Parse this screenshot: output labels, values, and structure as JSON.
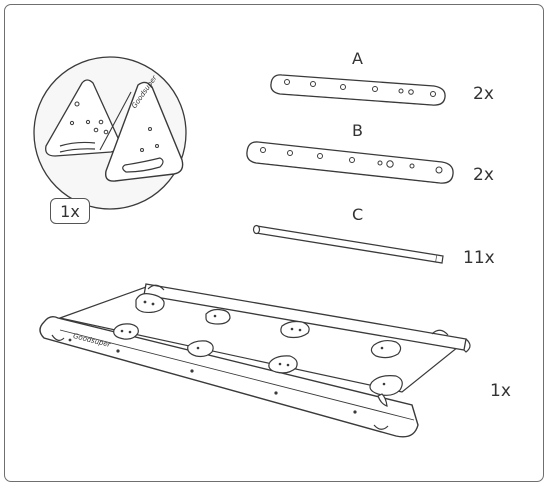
{
  "colors": {
    "line": "#3a3a3a",
    "fill": "#ffffff",
    "pale": "#f7f7f7",
    "frame": "#6f6f6f"
  },
  "detail": {
    "quantity": "1x",
    "brand_mark": "Goodsuper",
    "icon": "triangle-bracket-icon"
  },
  "parts": [
    {
      "letter": "A",
      "quantity": "2x",
      "icon": "short-rail-icon"
    },
    {
      "letter": "B",
      "quantity": "2x",
      "icon": "long-rail-icon"
    },
    {
      "letter": "C",
      "quantity": "11x",
      "icon": "rung-dowel-icon"
    }
  ],
  "base": {
    "quantity": "1x",
    "brand_mark": "Goodsuper",
    "icon": "climbing-board-icon"
  }
}
